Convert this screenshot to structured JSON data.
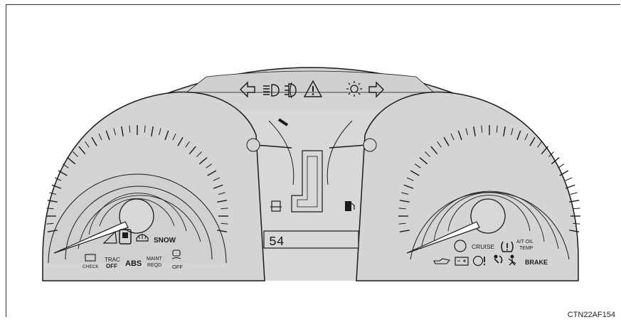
{
  "figure_code": "CTN22AF154",
  "odometer_display": "54",
  "colors": {
    "panel": "#d4d4d4",
    "panel_dark": "#c6c6c6",
    "line": "#1a1a1a",
    "needle_fill": "#ffffff"
  },
  "warnings_left": {
    "row1": {
      "snow": "SNOW"
    },
    "row2": [
      {
        "id": "check",
        "text": "CHECK"
      },
      {
        "id": "trac_off",
        "line1": "TRAC",
        "line2": "OFF"
      },
      {
        "id": "abs",
        "text": "ABS"
      },
      {
        "id": "maint_reqd",
        "line1": "MAINT",
        "line2": "REQD"
      },
      {
        "id": "vsc_off",
        "text": "OFF"
      }
    ]
  },
  "warnings_right": {
    "row1": [
      {
        "id": "cruise",
        "text": "CRUISE"
      },
      {
        "id": "at_oil_temp",
        "line1": "A/T OIL",
        "line2": "TEMP"
      }
    ],
    "row2": {
      "brake": "BRAKE"
    }
  },
  "icons_top": [
    "left-turn-signal-icon",
    "headlight-high-beam-icon",
    "fog-light-icon",
    "hazard-triangle-icon",
    "light-on-icon",
    "right-turn-signal-icon"
  ]
}
